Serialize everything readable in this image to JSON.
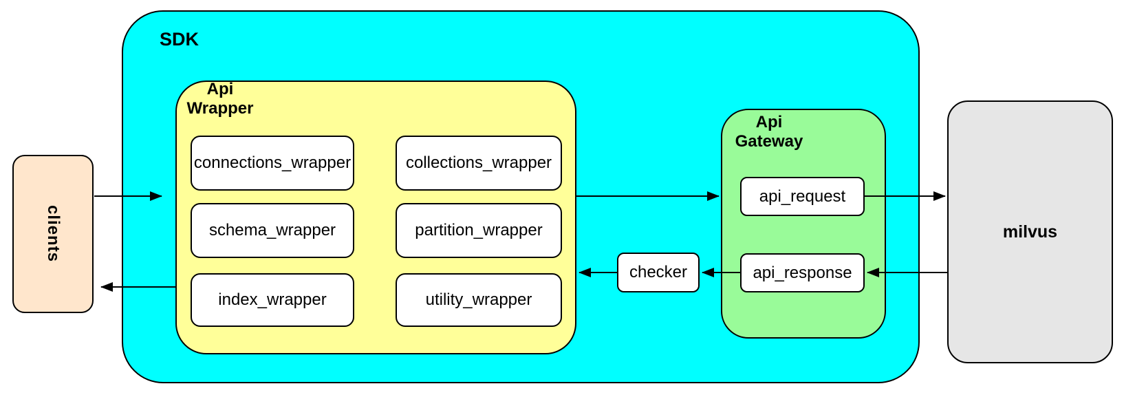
{
  "diagram": {
    "clients": {
      "label": "clients"
    },
    "sdk": {
      "label": "SDK"
    },
    "api_wrapper": {
      "label": "Api\nWrapper",
      "items": [
        "connections_wrapper",
        "collections_wrapper",
        "schema_wrapper",
        "partition_wrapper",
        "index_wrapper",
        "utility_wrapper"
      ]
    },
    "checker": {
      "label": "checker"
    },
    "api_gateway": {
      "label": "Api\nGateway",
      "request_label": "api_request",
      "response_label": "api_response"
    },
    "milvus": {
      "label": "milvus"
    },
    "colors": {
      "sdk_fill": "#00ffff",
      "api_wrapper_fill": "#ffff99",
      "api_gateway_fill": "#99fb99",
      "clients_fill": "#ffe6cc",
      "milvus_fill": "#e6e6e6",
      "node_fill": "#ffffff",
      "stroke": "#000000"
    }
  }
}
